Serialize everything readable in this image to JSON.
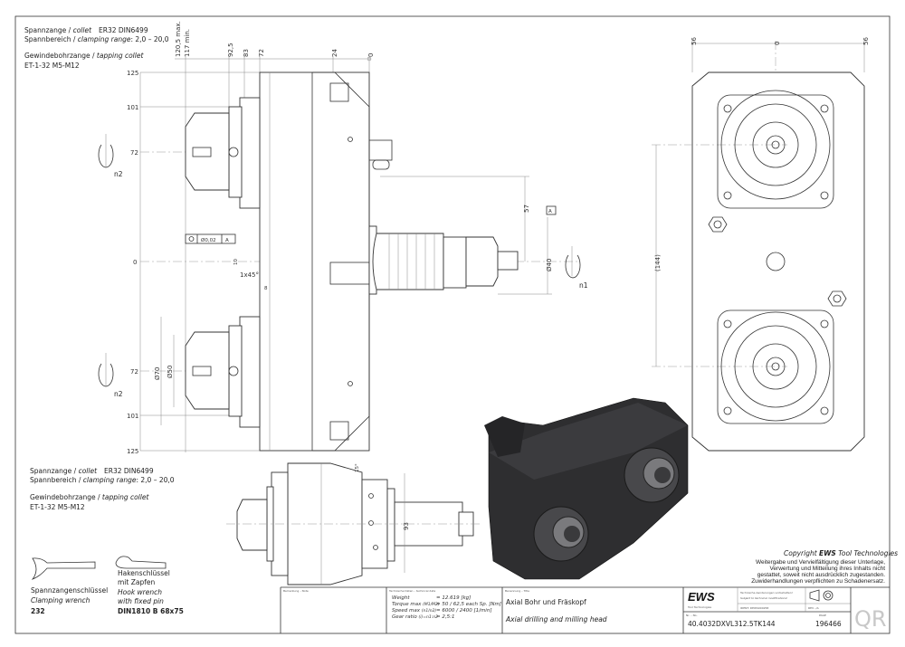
{
  "notes_top": {
    "collet": "Spannzange / ",
    "collet_en": "collet",
    "collet_spec": "ER32   DIN6499",
    "range": "Spannbereich / ",
    "range_en": "clamping range",
    "range_val": ": 2,0 – 20,0",
    "tapping": "Gewindebohrzange / ",
    "tapping_en": "tapping collet",
    "tapping_spec": "ET-1-32  M5-M12"
  },
  "notes_bottom": {
    "collet": "Spannzange / ",
    "collet_en": "collet",
    "collet_spec": "ER32   DIN6499",
    "range": "Spannbereich / ",
    "range_en": "clamping range",
    "range_val": ": 2,0 – 20,0",
    "tapping": "Gewindebohrzange / ",
    "tapping_en": "tapping collet",
    "tapping_spec": "ET-1-32  M5-M12"
  },
  "tools": {
    "clamp_de": "Spannzangenschlüssel",
    "clamp_en": "Clamping wrench",
    "clamp_no": "232",
    "hook_de1": "Hakenschlüssel",
    "hook_de2": "mit Zapfen",
    "hook_en1": "Hook wrench",
    "hook_en2": "with fixed pin",
    "hook_no": "DIN1810 B 68x75"
  },
  "dims_top": [
    "120,5 max.",
    "117 min.",
    "92,5",
    "83",
    "72",
    "24",
    "0"
  ],
  "dims_left": [
    "125",
    "101",
    "72",
    "0",
    "72",
    "101",
    "125"
  ],
  "dims_misc": {
    "d57": "57",
    "d40": "Ø40",
    "datum": "A",
    "tol": "Ø0,02",
    "d10": "10",
    "chamfer": "1x45°",
    "d8": "8",
    "d70": "Ø70",
    "d50": "Ø50",
    "d93": "93",
    "d15": "15°",
    "d144": "(144)",
    "r56a": "56",
    "r0": "0",
    "r56b": "56"
  },
  "rotation": {
    "n1": "n1",
    "n2a": "n2",
    "n2b": "n2"
  },
  "copyright": {
    "title_pre": "Copyright ",
    "title_brand": "EWS",
    "title_post": " Tool Technologies",
    "lines": [
      "Weitergabe und Vervielfältigung dieser Unterlage,",
      "Verwertung und Mitteilung ihres Inhalts nicht",
      "gestattet, soweit nicht ausdrücklich zugestanden.",
      "Zuwiderhandlungen verpflichten zu Schadenersatz."
    ]
  },
  "title_block": {
    "note_label": "Bemerkung – Note",
    "tech_label": "Technische Daten – technical data",
    "tech": [
      {
        "k": "Weight",
        "u": "",
        "v": "= 12.619 [kg]"
      },
      {
        "k": "Torque max",
        "u": "(M1/M2)",
        "v": "= 50 / 62,5 each Sp. [Nm]"
      },
      {
        "k": "Speed max",
        "u": "(n1/n2)",
        "v": "= 6000 / 2400 [1/min]"
      },
      {
        "k": "Gear ratio",
        "u": "(i)=n1:n2",
        "v": "= 2,5:1"
      }
    ],
    "title_label": "Benennung – Title",
    "title_de": "Axial Bohr und Fräskopf",
    "title_en": "Axial drilling and milling head",
    "logo": "EWS",
    "logo_sub": "Tool Technologies",
    "changes_de": "Technische Aenderungen vorbehalten!",
    "changes_en": "Subject to technical modifications!",
    "ident": "IDENT:  DEWS000258",
    "rev": "REV.  -/A",
    "part_label": "Nr. – No.",
    "part_no": "40.4032DXVL312.5TK144",
    "page_label": "PAGE",
    "page_no": "196466",
    "qr": "QR"
  }
}
